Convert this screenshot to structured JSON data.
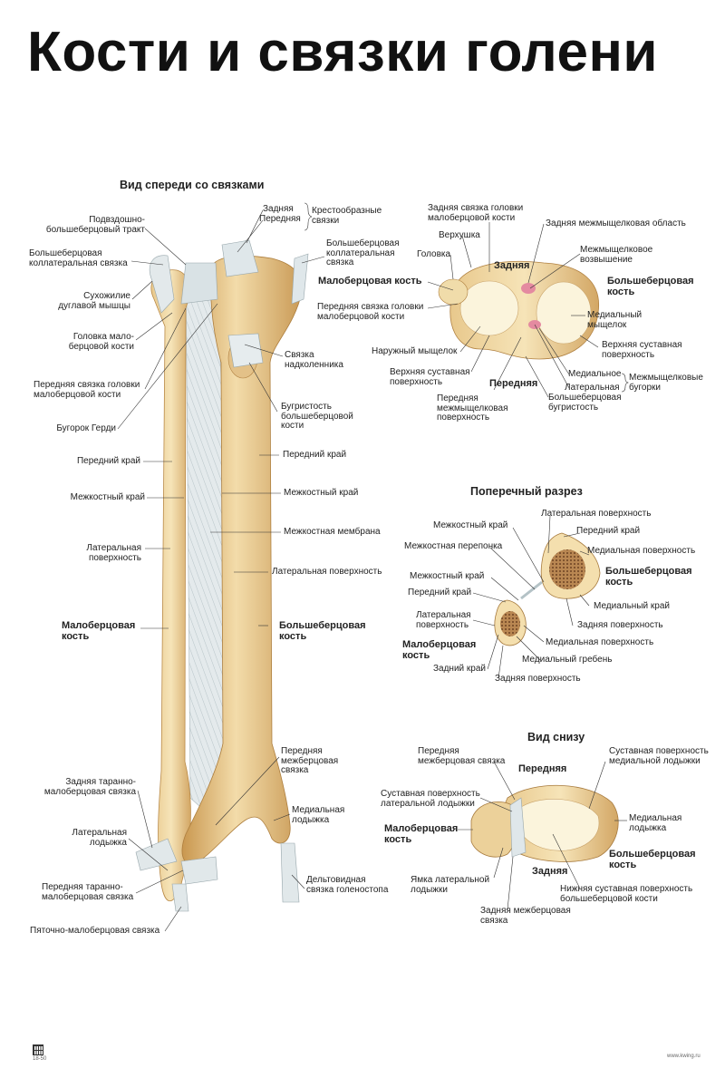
{
  "title": "Кости и связки голени",
  "sections": {
    "front": "Вид спереди со связками",
    "cross": "Поперечный разрез",
    "bottom": "Вид снизу"
  },
  "front_labels": {
    "zadnyaya": "Задняя",
    "perednyaya": "Передняя",
    "krestoobraznye": "Крестообразные\nсвязки",
    "podvzdoshno": "Подвздошно-\nбольшеберцовый тракт",
    "bb_koll_left": "Большеберцовая\nколлатеральная связка",
    "bb_koll_right": "Большеберцовая\nколлатеральная\nсвязка",
    "suhozhilie": "Сухожилие\nдуглавой мышцы",
    "golovka": "Головка мало-\nберцовой кости",
    "svyazka_nadk": "Связка\nнадколенника",
    "pered_svyazka_golovki": "Передняя связка головки\nмалоберцовой кости",
    "bugristost": "Бугристость\nбольшеберцовой\nкости",
    "bugorok": "Бугорок Герди",
    "pered_kray_r": "Передний край",
    "pered_kray_l": "Передний край",
    "mezhk_kray_l": "Межкостный край",
    "mezhk_kray_r": "Межкостный край",
    "membrana": "Межкостная мембрана",
    "lat_pov_l": "Латеральная\nповерхность",
    "lat_pov_r": "Латеральная поверхность",
    "malob_kost": "Малоберцовая\nкость",
    "bolsheb_kost": "Большеберцовая\nкость",
    "pered_mezhb": "Передняя\nмежберцовая\nсвязка",
    "zad_taranno": "Задняя таранно-\nмалоберцовая связка",
    "med_lodyzhka": "Медиальная\nлодыжка",
    "lat_lodyzhka": "Латеральная\nлодыжка",
    "deltovid": "Дельтовидная\nсвязка голеностопа",
    "pered_taranno": "Передняя таранно-\nмалоберцовая связка",
    "pyatochno": "Пяточно-малоберцовая связка"
  },
  "top_labels": {
    "zad_svyazka_golovki": "Задняя связка головки\nмалоберцовой кости",
    "zad_mezhmyshch": "Задняя межмыщелковая область",
    "verhushka": "Верхушка",
    "golovka": "Головка",
    "zadnyaya": "Задняя",
    "mezhmyshch_vozv": "Межмыщелковое\nвозвышение",
    "malob_kost": "Малоберцовая кость",
    "bolsheb_kost": "Большеберцовая\nкость",
    "pered_svyazka": "Передняя связка головки\nмалоберцовой кости",
    "med_myshch": "Медиальный\nмыщелок",
    "nar_myshch": "Наружный мыщелок",
    "verh_sust_r": "Верхняя суставная\nповерхность",
    "verh_sust_l": "Верхняя суставная\nповерхность",
    "medialnoe": "Медиальное",
    "lateralnaya": "Латеральная",
    "bugorki": "Межмыщелковые\nбугорки",
    "perednyaya": "Передняя",
    "pered_mezhmyshch": "Передняя\nмежмыщелковая\nповерхность",
    "bb_bugristost": "Большеберцовая\nбугристость"
  },
  "cross_labels": {
    "lat_pov_top": "Латеральная поверхность",
    "mezhk_kray_top": "Межкостный край",
    "pered_kray_top": "Передний край",
    "mezhk_pereponka": "Межкостная перепонка",
    "med_pov_top": "Медиальная поверхность",
    "bolsheb_kost": "Большеберцовая\nкость",
    "mezhk_kray_mid": "Межкостный край",
    "pered_kray_mid": "Передний край",
    "med_kray": "Медиальный край",
    "lat_pov_mid": "Латеральная\nповерхность",
    "zad_pov_r": "Задняя поверхность",
    "malob_kost": "Малоберцовая\nкость",
    "med_pov_bot": "Медиальная поверхность",
    "med_greben": "Медиальный гребень",
    "zad_kray": "Задний край",
    "zad_pov_bot": "Задняя поверхность"
  },
  "bottom_labels": {
    "pered_mezhb": "Передняя\nмежберцовая связка",
    "sust_med": "Суставная поверхность\nмедиальной лодыжки",
    "perednyaya": "Передняя",
    "sust_lat": "Суставная поверхность\nлатеральной лодыжки",
    "malob_kost": "Малоберцовая\nкость",
    "med_lodyzhka": "Медиальная\nлодыжка",
    "bolsheb_kost": "Большеберцовая\nкость",
    "zadnyaya": "Задняя",
    "yamka": "Ямка латеральной\nлодыжки",
    "nizh_sust": "Нижняя суставная поверхность\nбольшеберцовой кости",
    "zad_mezhb": "Задняя межберцовая\nсвязка"
  },
  "footer": {
    "code": "18-50",
    "site": "www.kwing.ru"
  },
  "colors": {
    "bone": "#ecd3a0",
    "bone_dark": "#c99a56",
    "ligament": "#dfe6e8",
    "marrow": "#9c6b3c",
    "cartilage": "#fbf4dc",
    "pink": "#e48aa0"
  }
}
